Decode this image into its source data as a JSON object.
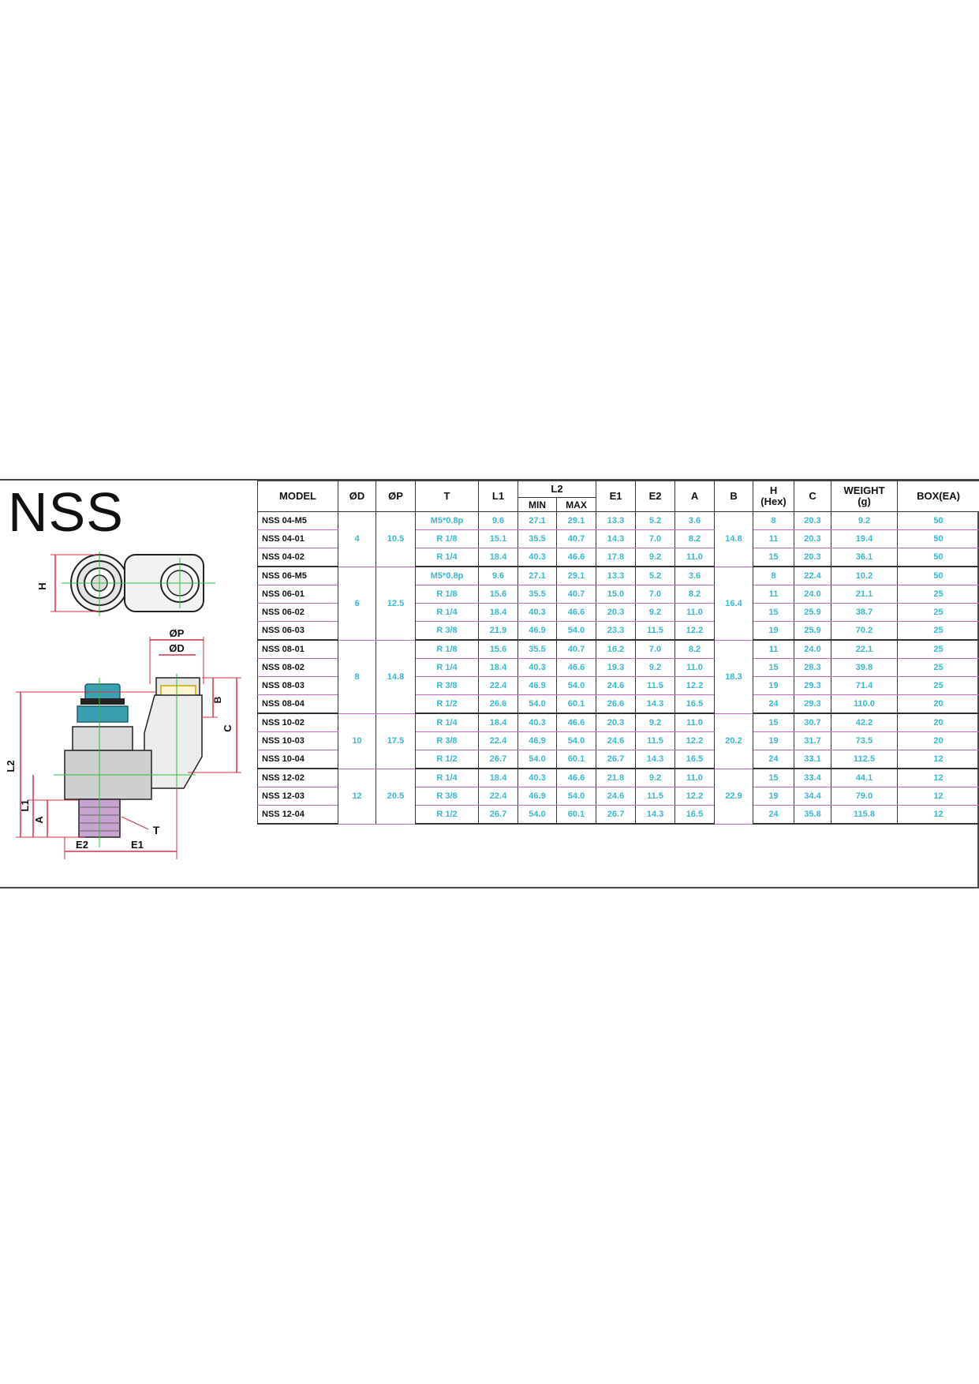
{
  "title": "NSS",
  "drawing_labels": {
    "h": "H",
    "op": "ØP",
    "od": "ØD",
    "b": "B",
    "c": "C",
    "l2": "L2",
    "l1": "L1",
    "a": "A",
    "t": "T",
    "e2": "E2",
    "e1": "E1"
  },
  "colors": {
    "dimension_line": "#d2334a",
    "center_line": "#2fbf3a",
    "value_text": "#39b8d0",
    "row_divider": "#c06ac6",
    "cap": "#3a9fb0"
  },
  "headers": {
    "model": "MODEL",
    "od": "ØD",
    "op": "ØP",
    "t": "T",
    "l1": "L1",
    "l2": "L2",
    "l2_min": "MIN",
    "l2_max": "MAX",
    "e1": "E1",
    "e2": "E2",
    "a": "A",
    "b": "B",
    "h_line1": "H",
    "h_line2": "(Hex)",
    "c": "C",
    "weight_line1": "WEIGHT",
    "weight_line2": "(g)",
    "box": "BOX(EA)"
  },
  "groups": [
    {
      "od": "4",
      "op": "10.5",
      "b": "14.8",
      "rows": [
        {
          "model": "NSS 04-M5",
          "t": "M5*0.8p",
          "l1": "9.6",
          "l2_min": "27.1",
          "l2_max": "29.1",
          "e1": "13.3",
          "e2": "5.2",
          "a": "3.6",
          "h": "8",
          "c": "20.3",
          "weight": "9.2",
          "box": "50"
        },
        {
          "model": "NSS 04-01",
          "t": "R 1/8",
          "l1": "15.1",
          "l2_min": "35.5",
          "l2_max": "40.7",
          "e1": "14.3",
          "e2": "7.0",
          "a": "8.2",
          "h": "11",
          "c": "20.3",
          "weight": "19.4",
          "box": "50"
        },
        {
          "model": "NSS 04-02",
          "t": "R 1/4",
          "l1": "18.4",
          "l2_min": "40.3",
          "l2_max": "46.6",
          "e1": "17.8",
          "e2": "9.2",
          "a": "11.0",
          "h": "15",
          "c": "20.3",
          "weight": "36.1",
          "box": "50"
        }
      ]
    },
    {
      "od": "6",
      "op": "12.5",
      "b": "16.4",
      "rows": [
        {
          "model": "NSS 06-M5",
          "t": "M5*0.8p",
          "l1": "9.6",
          "l2_min": "27.1",
          "l2_max": "29.1",
          "e1": "13.3",
          "e2": "5.2",
          "a": "3.6",
          "h": "8",
          "c": "22.4",
          "weight": "10.2",
          "box": "50"
        },
        {
          "model": "NSS 06-01",
          "t": "R 1/8",
          "l1": "15.6",
          "l2_min": "35.5",
          "l2_max": "40.7",
          "e1": "15.0",
          "e2": "7.0",
          "a": "8.2",
          "h": "11",
          "c": "24.0",
          "weight": "21.1",
          "box": "25"
        },
        {
          "model": "NSS 06-02",
          "t": "R 1/4",
          "l1": "18.4",
          "l2_min": "40.3",
          "l2_max": "46.6",
          "e1": "20.3",
          "e2": "9.2",
          "a": "11.0",
          "h": "15",
          "c": "25.9",
          "weight": "38.7",
          "box": "25"
        },
        {
          "model": "NSS 06-03",
          "t": "R 3/8",
          "l1": "21.9",
          "l2_min": "46.9",
          "l2_max": "54.0",
          "e1": "23.3",
          "e2": "11.5",
          "a": "12.2",
          "h": "19",
          "c": "25.9",
          "weight": "70.2",
          "box": "25"
        }
      ]
    },
    {
      "od": "8",
      "op": "14.8",
      "b": "18.3",
      "rows": [
        {
          "model": "NSS 08-01",
          "t": "R 1/8",
          "l1": "15.6",
          "l2_min": "35.5",
          "l2_max": "40.7",
          "e1": "16.2",
          "e2": "7.0",
          "a": "8.2",
          "h": "11",
          "c": "24.0",
          "weight": "22.1",
          "box": "25"
        },
        {
          "model": "NSS 08-02",
          "t": "R 1/4",
          "l1": "18.4",
          "l2_min": "40.3",
          "l2_max": "46.6",
          "e1": "19.3",
          "e2": "9.2",
          "a": "11.0",
          "h": "15",
          "c": "28.3",
          "weight": "39.8",
          "box": "25"
        },
        {
          "model": "NSS 08-03",
          "t": "R 3/8",
          "l1": "22.4",
          "l2_min": "46.9",
          "l2_max": "54.0",
          "e1": "24.6",
          "e2": "11.5",
          "a": "12.2",
          "h": "19",
          "c": "29.3",
          "weight": "71.4",
          "box": "25"
        },
        {
          "model": "NSS 08-04",
          "t": "R 1/2",
          "l1": "26.6",
          "l2_min": "54.0",
          "l2_max": "60.1",
          "e1": "26.6",
          "e2": "14.3",
          "a": "16.5",
          "h": "24",
          "c": "29.3",
          "weight": "110.0",
          "box": "20"
        }
      ]
    },
    {
      "od": "10",
      "op": "17.5",
      "b": "20.2",
      "rows": [
        {
          "model": "NSS 10-02",
          "t": "R 1/4",
          "l1": "18.4",
          "l2_min": "40.3",
          "l2_max": "46.6",
          "e1": "20.3",
          "e2": "9.2",
          "a": "11.0",
          "h": "15",
          "c": "30.7",
          "weight": "42.2",
          "box": "20"
        },
        {
          "model": "NSS 10-03",
          "t": "R 3/8",
          "l1": "22.4",
          "l2_min": "46.9",
          "l2_max": "54.0",
          "e1": "24.6",
          "e2": "11.5",
          "a": "12.2",
          "h": "19",
          "c": "31.7",
          "weight": "73.5",
          "box": "20"
        },
        {
          "model": "NSS 10-04",
          "t": "R 1/2",
          "l1": "26.7",
          "l2_min": "54.0",
          "l2_max": "60.1",
          "e1": "26.7",
          "e2": "14.3",
          "a": "16.5",
          "h": "24",
          "c": "33.1",
          "weight": "112.5",
          "box": "12"
        }
      ]
    },
    {
      "od": "12",
      "op": "20.5",
      "b": "22.9",
      "rows": [
        {
          "model": "NSS 12-02",
          "t": "R 1/4",
          "l1": "18.4",
          "l2_min": "40.3",
          "l2_max": "46.6",
          "e1": "21.8",
          "e2": "9.2",
          "a": "11.0",
          "h": "15",
          "c": "33.4",
          "weight": "44.1",
          "box": "12"
        },
        {
          "model": "NSS 12-03",
          "t": "R 3/8",
          "l1": "22.4",
          "l2_min": "46.9",
          "l2_max": "54.0",
          "e1": "24.6",
          "e2": "11.5",
          "a": "12.2",
          "h": "19",
          "c": "34.4",
          "weight": "79.0",
          "box": "12"
        },
        {
          "model": "NSS 12-04",
          "t": "R 1/2",
          "l1": "26.7",
          "l2_min": "54.0",
          "l2_max": "60.1",
          "e1": "26.7",
          "e2": "14.3",
          "a": "16.5",
          "h": "24",
          "c": "35.8",
          "weight": "115.8",
          "box": "12"
        }
      ]
    }
  ]
}
